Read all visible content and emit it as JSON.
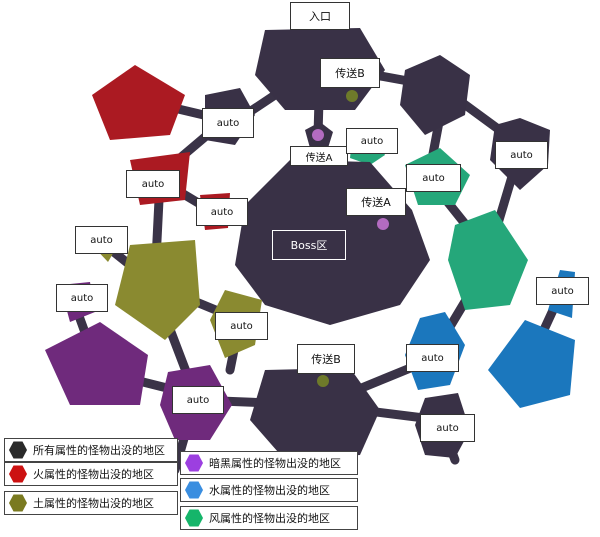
{
  "map": {
    "entrance_label": "入口",
    "boss_label": "Boss区",
    "teleport_b_label": "传送B",
    "teleport_a_label": "传送A",
    "auto_label": "auto"
  },
  "legend": {
    "all": "所有属性的怪物出没的地区",
    "fire": "火属性的怪物出没的地区",
    "earth": "土属性的怪物出没的地区",
    "dark": "暗黑属性的怪物出没的地区",
    "water": "水属性的怪物出没的地区",
    "wind": "风属性的怪物出没的地区"
  },
  "colors": {
    "all": "#393146",
    "fire": "#ab1a22",
    "earth": "#8a8a30",
    "dark": "#6f2a7c",
    "water": "#1b77bd",
    "wind": "#25a77a",
    "path": "#3a3347",
    "teleport_b_dot": "#6e7a2a",
    "teleport_a_dot": "#b36bc0",
    "dark_hex": "#9c3fe0",
    "water_hex": "#3a8ee0",
    "wind_hex": "#15b56a",
    "all_hex": "#2a2a2a",
    "fire_hex": "#cc1111",
    "earth_hex": "#7a7a20"
  }
}
